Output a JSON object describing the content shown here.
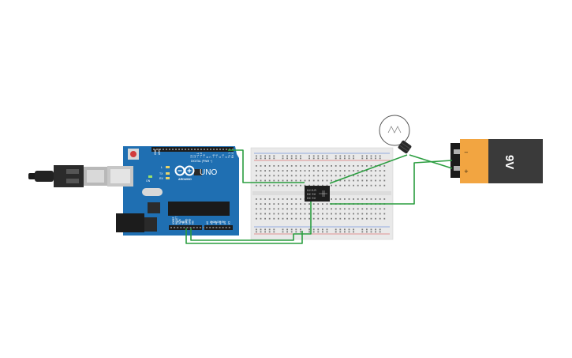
{
  "arduino": {
    "model_label": "UNO",
    "brand_label": "ARDUINO",
    "digital_header_label": "DIGITAL (PWM ~)",
    "power_header_label": "POWER",
    "analog_header_label": "ANALOG IN",
    "aref_label": "AREF",
    "gnd_label": "GND",
    "led_l_label": "L",
    "led_tx_label": "TX",
    "led_rx_label": "RX",
    "on_label": "ON",
    "digital_pins": [
      "13",
      "12",
      "~11",
      "~10",
      "~9",
      "8",
      "7",
      "~6",
      "~5",
      "4",
      "~3",
      "2",
      "TX 1",
      "RX 0"
    ],
    "power_pins": [
      "IOREF",
      "RESET",
      "3.3V",
      "5V",
      "GND",
      "GND",
      "Vin"
    ],
    "analog_pins": [
      "A0",
      "A1",
      "A2",
      "A3",
      "A4",
      "A5"
    ]
  },
  "relay": {
    "line1": "LU-5-R",
    "line2": "DC 5V",
    "line3": "DC 5V"
  },
  "battery": {
    "voltage_label": "9V",
    "minus_label": "−",
    "plus_label": "+"
  },
  "colors": {
    "wire": "#2a9d3f",
    "arduino_board": "#1f6fb2",
    "breadboard": "#e9e9e9",
    "battery_body": "#3a3a3a",
    "battery_orange": "#f2a541"
  }
}
